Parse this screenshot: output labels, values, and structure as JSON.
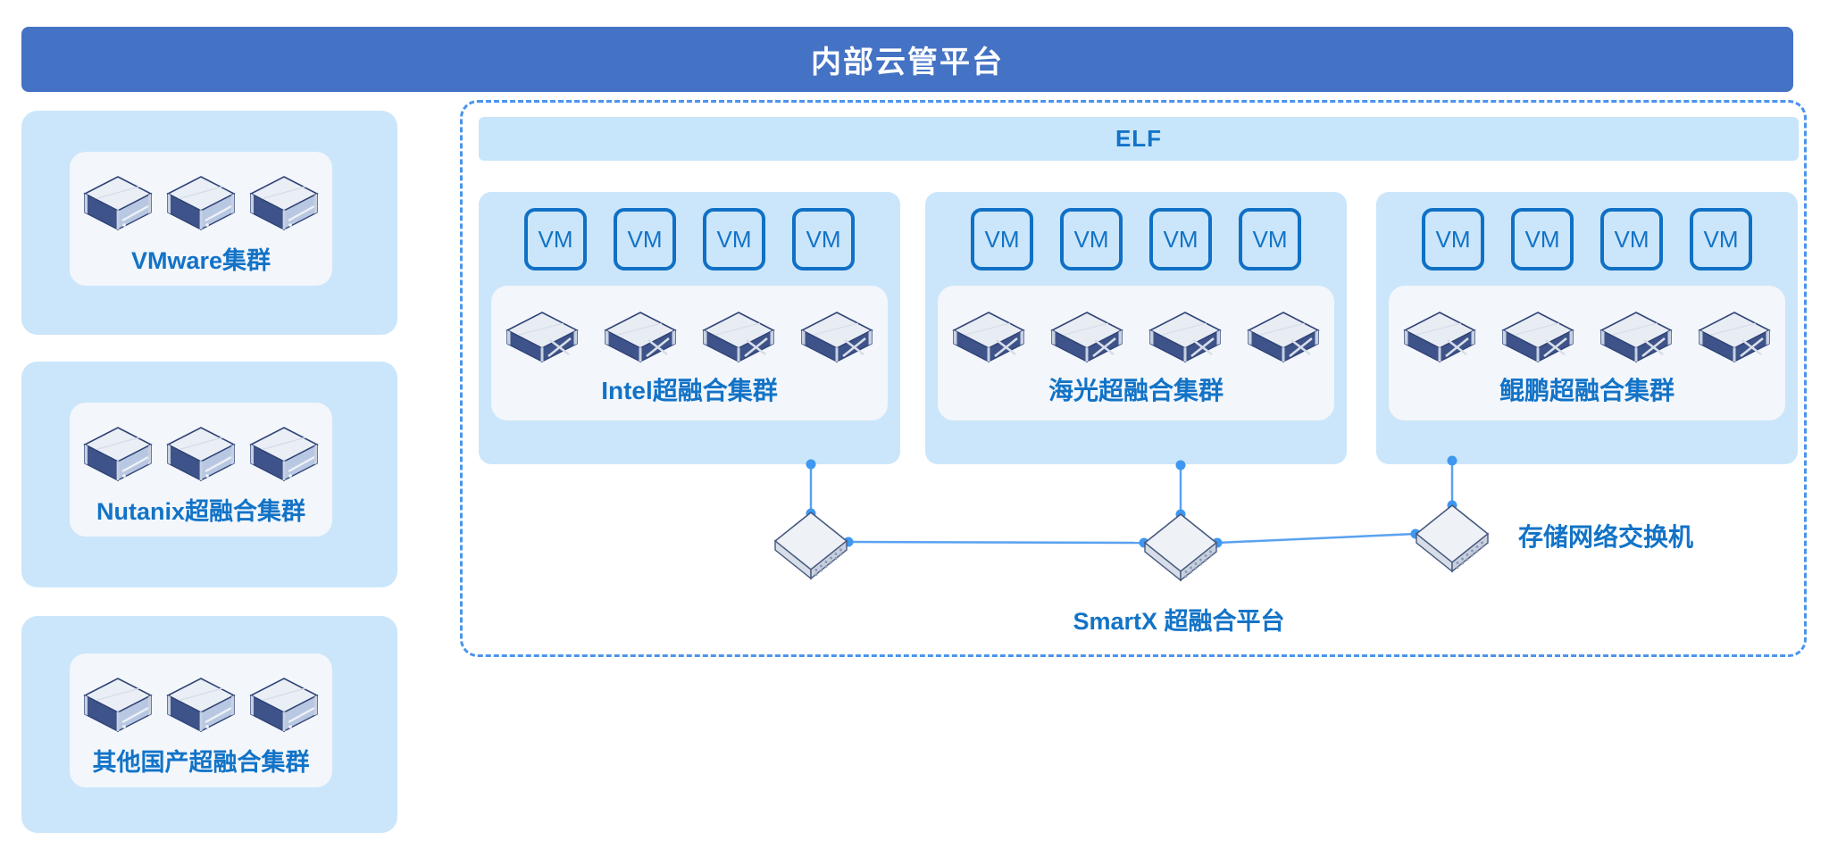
{
  "banner": {
    "title": "内部云管平台"
  },
  "left_clusters": [
    {
      "label": "VMware集群",
      "server_count": 3
    },
    {
      "label": "Nutanix超融合集群",
      "server_count": 3
    },
    {
      "label": "其他国产超融合集群",
      "server_count": 3
    }
  ],
  "smartx_platform": {
    "layer_label": "ELF",
    "platform_label": "SmartX 超融合平台",
    "switch_label": "存储网络交换机",
    "switch_count": 3,
    "clusters": [
      {
        "label": "Intel超融合集群",
        "vm_label": "VM",
        "vm_count": 4,
        "server_count": 4
      },
      {
        "label": "海光超融合集群",
        "vm_label": "VM",
        "vm_count": 4,
        "server_count": 4
      },
      {
        "label": "鲲鹏超融合集群",
        "vm_label": "VM",
        "vm_count": 4,
        "server_count": 4
      }
    ]
  },
  "colors": {
    "banner_bg": "#4472C4",
    "panel_bg": "#CBE6FA",
    "elf_bg": "#C7E5FB",
    "inner_bg": "#F3F6FB",
    "accent_blue": "#1273C7",
    "dashed_border": "#4B94EC",
    "connector_line": "#5AA2F1",
    "connector_dot": "#3E97F0",
    "icon_navy": "#3E5389"
  }
}
